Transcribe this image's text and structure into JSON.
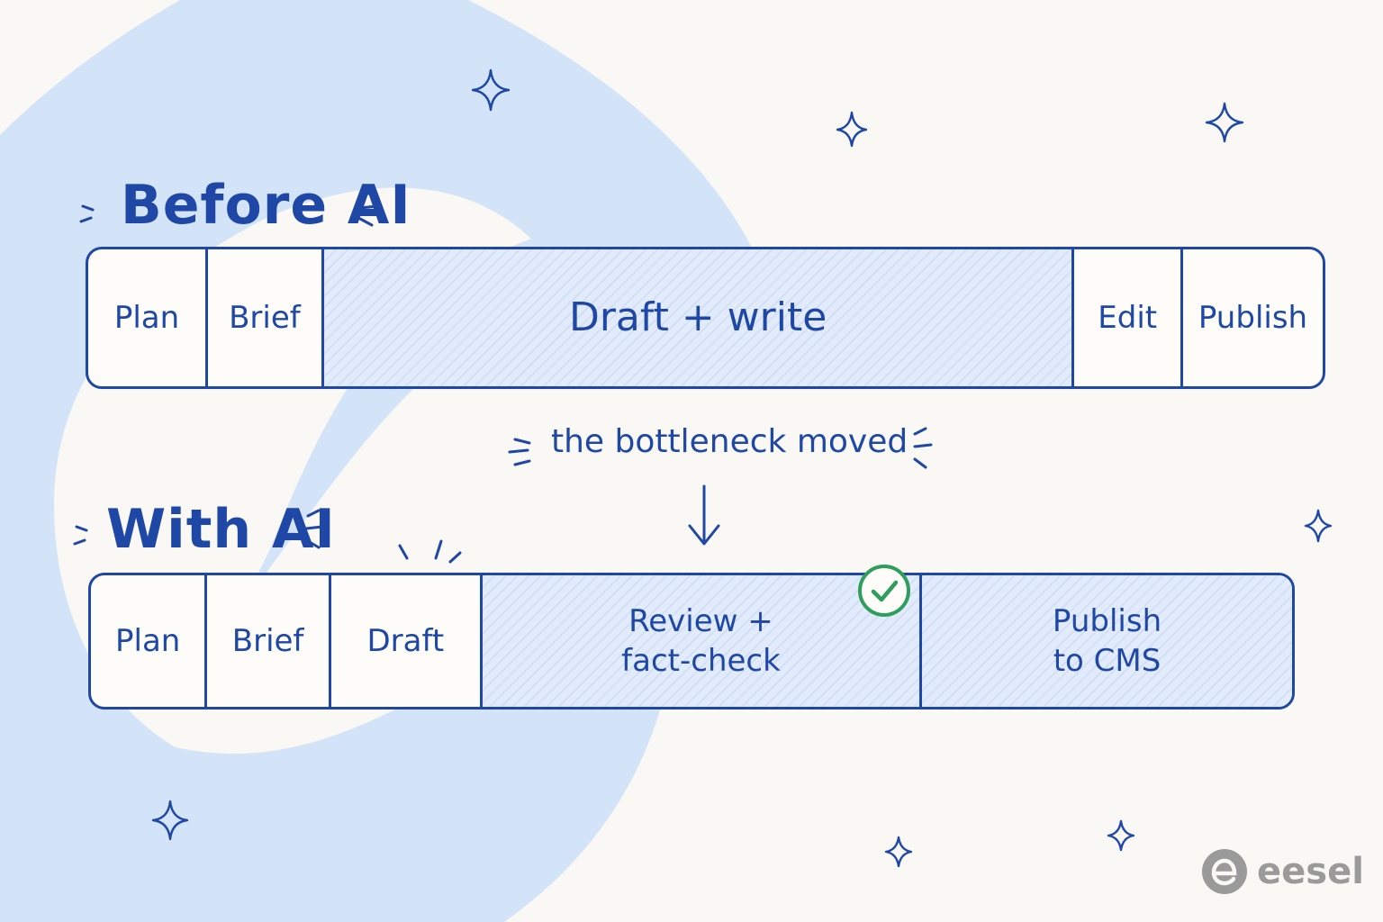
{
  "colors": {
    "ink": "#1f47a5",
    "background": "#f9f8f4",
    "blob": "#d3e3f8",
    "highlight": "#e1ebfb",
    "check": "#2f9e5c",
    "logo": "#9a9a9a"
  },
  "before": {
    "title": "Before AI",
    "steps": [
      {
        "label": "Plan",
        "share": 0.097,
        "highlight": false
      },
      {
        "label": "Brief",
        "share": 0.094,
        "highlight": false
      },
      {
        "label": "Draft + write",
        "share": 0.608,
        "highlight": true
      },
      {
        "label": "Edit",
        "share": 0.088,
        "highlight": false
      },
      {
        "label": "Publish",
        "share": 0.113,
        "highlight": false
      }
    ]
  },
  "note": "the bottleneck moved",
  "after": {
    "title": "With AI",
    "steps": [
      {
        "label": "Plan",
        "share": 0.097,
        "highlight": false
      },
      {
        "label": "Brief",
        "share": 0.103,
        "highlight": false
      },
      {
        "label": "Draft",
        "share": 0.126,
        "highlight": false
      },
      {
        "label": "Review +\nfact-check",
        "share": 0.366,
        "highlight": true
      },
      {
        "label": "Publish\nto CMS",
        "share": 0.308,
        "highlight": true
      }
    ]
  },
  "icons": {
    "check": "check-circle-icon",
    "arrow": "arrow-down-icon",
    "sparkle": "sparkle-icon",
    "logo": "eesel-logo-icon"
  },
  "logo": {
    "text": "eesel"
  }
}
